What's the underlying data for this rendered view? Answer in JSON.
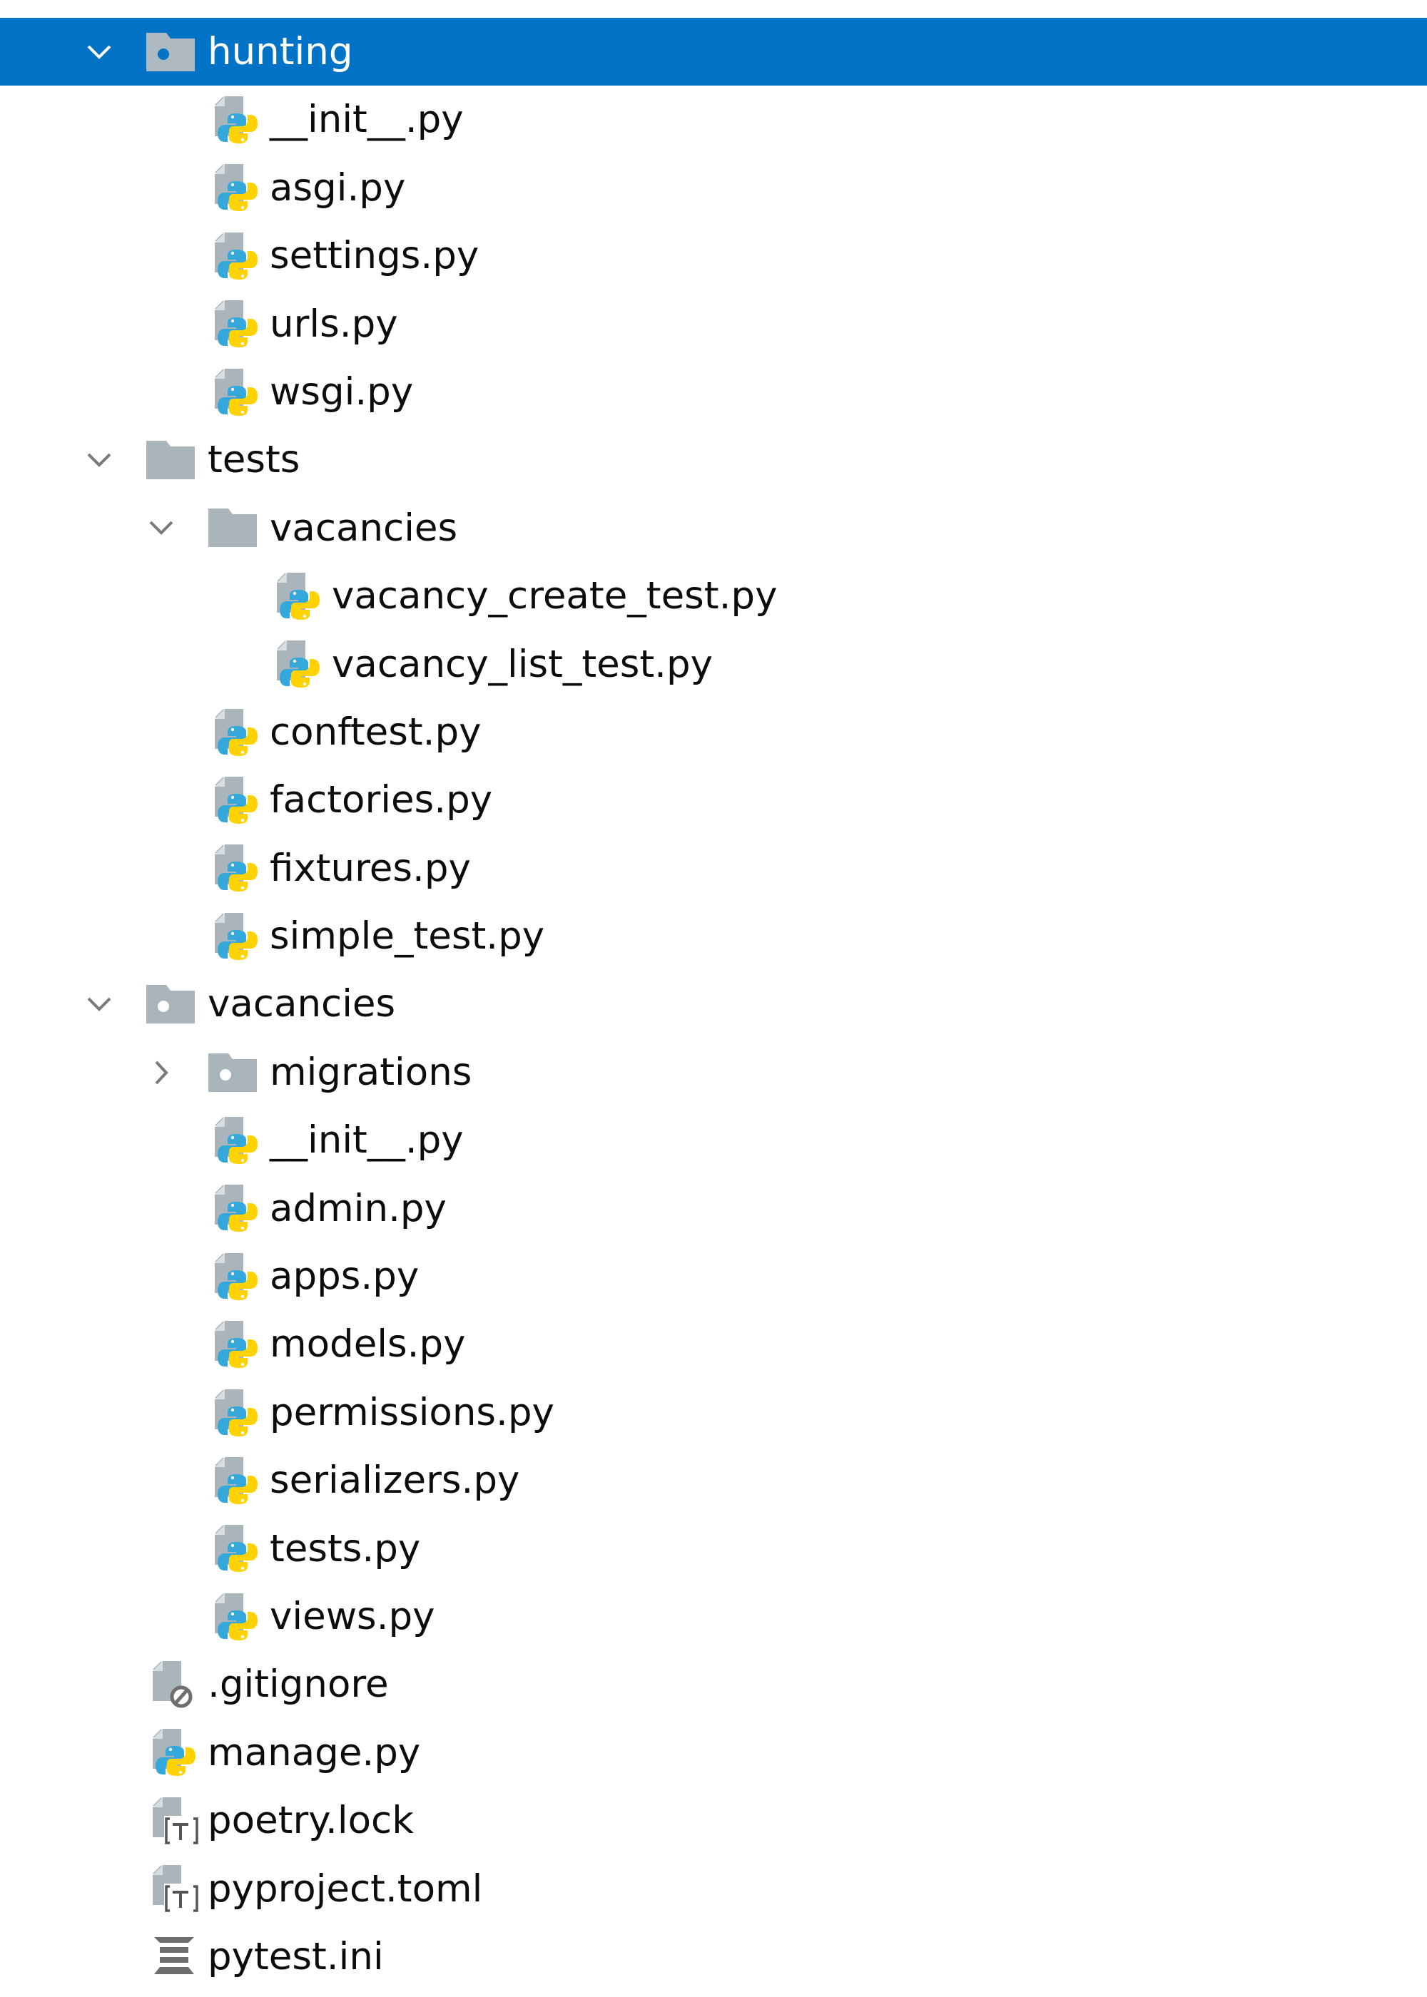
{
  "colors": {
    "selection": "#0073c6",
    "icon_gray": "#a9b4bb",
    "python_blue": "#35a8db",
    "python_yellow": "#ffd200"
  },
  "tree": [
    {
      "label": "hunting",
      "level": 1,
      "kind": "module-folder",
      "expanded": true,
      "selected": true
    },
    {
      "label": "__init__.py",
      "level": 2,
      "kind": "python-file"
    },
    {
      "label": "asgi.py",
      "level": 2,
      "kind": "python-file"
    },
    {
      "label": "settings.py",
      "level": 2,
      "kind": "python-file"
    },
    {
      "label": "urls.py",
      "level": 2,
      "kind": "python-file"
    },
    {
      "label": "wsgi.py",
      "level": 2,
      "kind": "python-file"
    },
    {
      "label": "tests",
      "level": 1,
      "kind": "folder",
      "expanded": true
    },
    {
      "label": "vacancies",
      "level": 2,
      "kind": "folder",
      "expanded": true
    },
    {
      "label": "vacancy_create_test.py",
      "level": 3,
      "kind": "python-file"
    },
    {
      "label": "vacancy_list_test.py",
      "level": 3,
      "kind": "python-file"
    },
    {
      "label": "conftest.py",
      "level": 2,
      "kind": "python-file"
    },
    {
      "label": "factories.py",
      "level": 2,
      "kind": "python-file"
    },
    {
      "label": "fixtures.py",
      "level": 2,
      "kind": "python-file"
    },
    {
      "label": "simple_test.py",
      "level": 2,
      "kind": "python-file"
    },
    {
      "label": "vacancies",
      "level": 1,
      "kind": "module-folder",
      "expanded": true
    },
    {
      "label": "migrations",
      "level": 2,
      "kind": "module-folder",
      "expanded": false
    },
    {
      "label": "__init__.py",
      "level": 2,
      "kind": "python-file"
    },
    {
      "label": "admin.py",
      "level": 2,
      "kind": "python-file"
    },
    {
      "label": "apps.py",
      "level": 2,
      "kind": "python-file"
    },
    {
      "label": "models.py",
      "level": 2,
      "kind": "python-file"
    },
    {
      "label": "permissions.py",
      "level": 2,
      "kind": "python-file"
    },
    {
      "label": "serializers.py",
      "level": 2,
      "kind": "python-file"
    },
    {
      "label": "tests.py",
      "level": 2,
      "kind": "python-file"
    },
    {
      "label": "views.py",
      "level": 2,
      "kind": "python-file"
    },
    {
      "label": ".gitignore",
      "level": 1,
      "kind": "ignore-file"
    },
    {
      "label": "manage.py",
      "level": 1,
      "kind": "python-file"
    },
    {
      "label": "poetry.lock",
      "level": 1,
      "kind": "text-file"
    },
    {
      "label": "pyproject.toml",
      "level": 1,
      "kind": "text-file"
    },
    {
      "label": "pytest.ini",
      "level": 1,
      "kind": "ini-file"
    }
  ]
}
